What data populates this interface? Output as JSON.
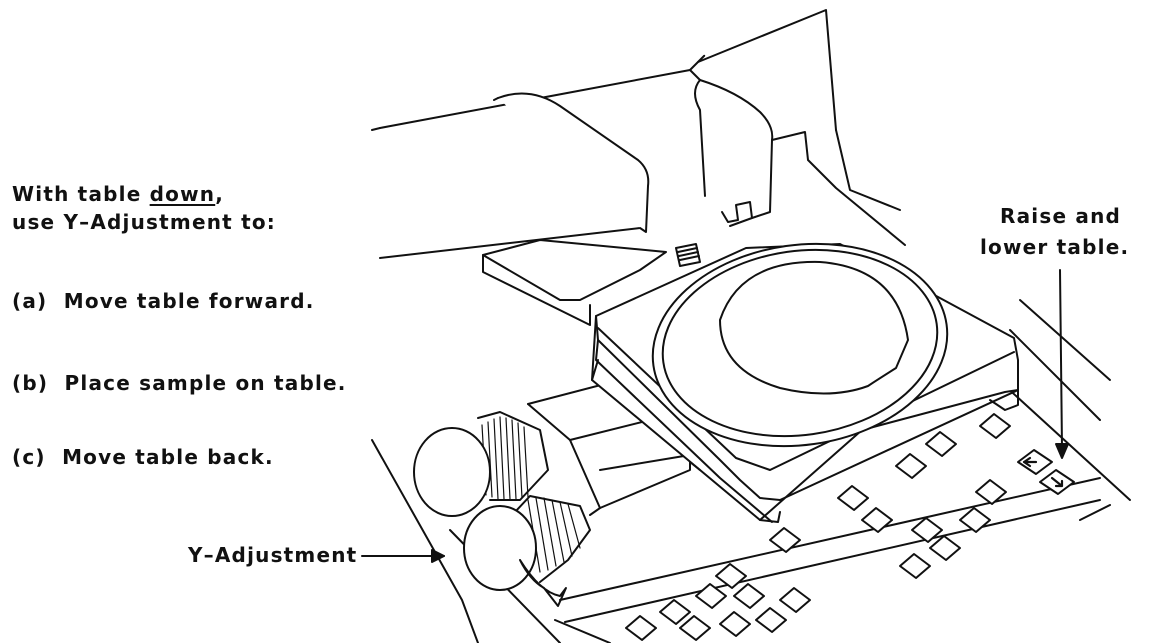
{
  "instructions": {
    "line1_prefix": "With table ",
    "line1_emphasis": "down",
    "line1_suffix": ",",
    "line2": "use Y–Adjustment to:",
    "steps": [
      {
        "marker": "(a)",
        "text": "Move table forward."
      },
      {
        "marker": "(b)",
        "text": "Place sample on table."
      },
      {
        "marker": "(c)",
        "text": "Move table back."
      }
    ]
  },
  "callouts": {
    "y_adjustment": "Y–Adjustment",
    "raise_lower_line1": "Raise and",
    "raise_lower_line2": "lower table."
  },
  "colors": {
    "ink": "#111111",
    "paper": "#ffffff"
  }
}
